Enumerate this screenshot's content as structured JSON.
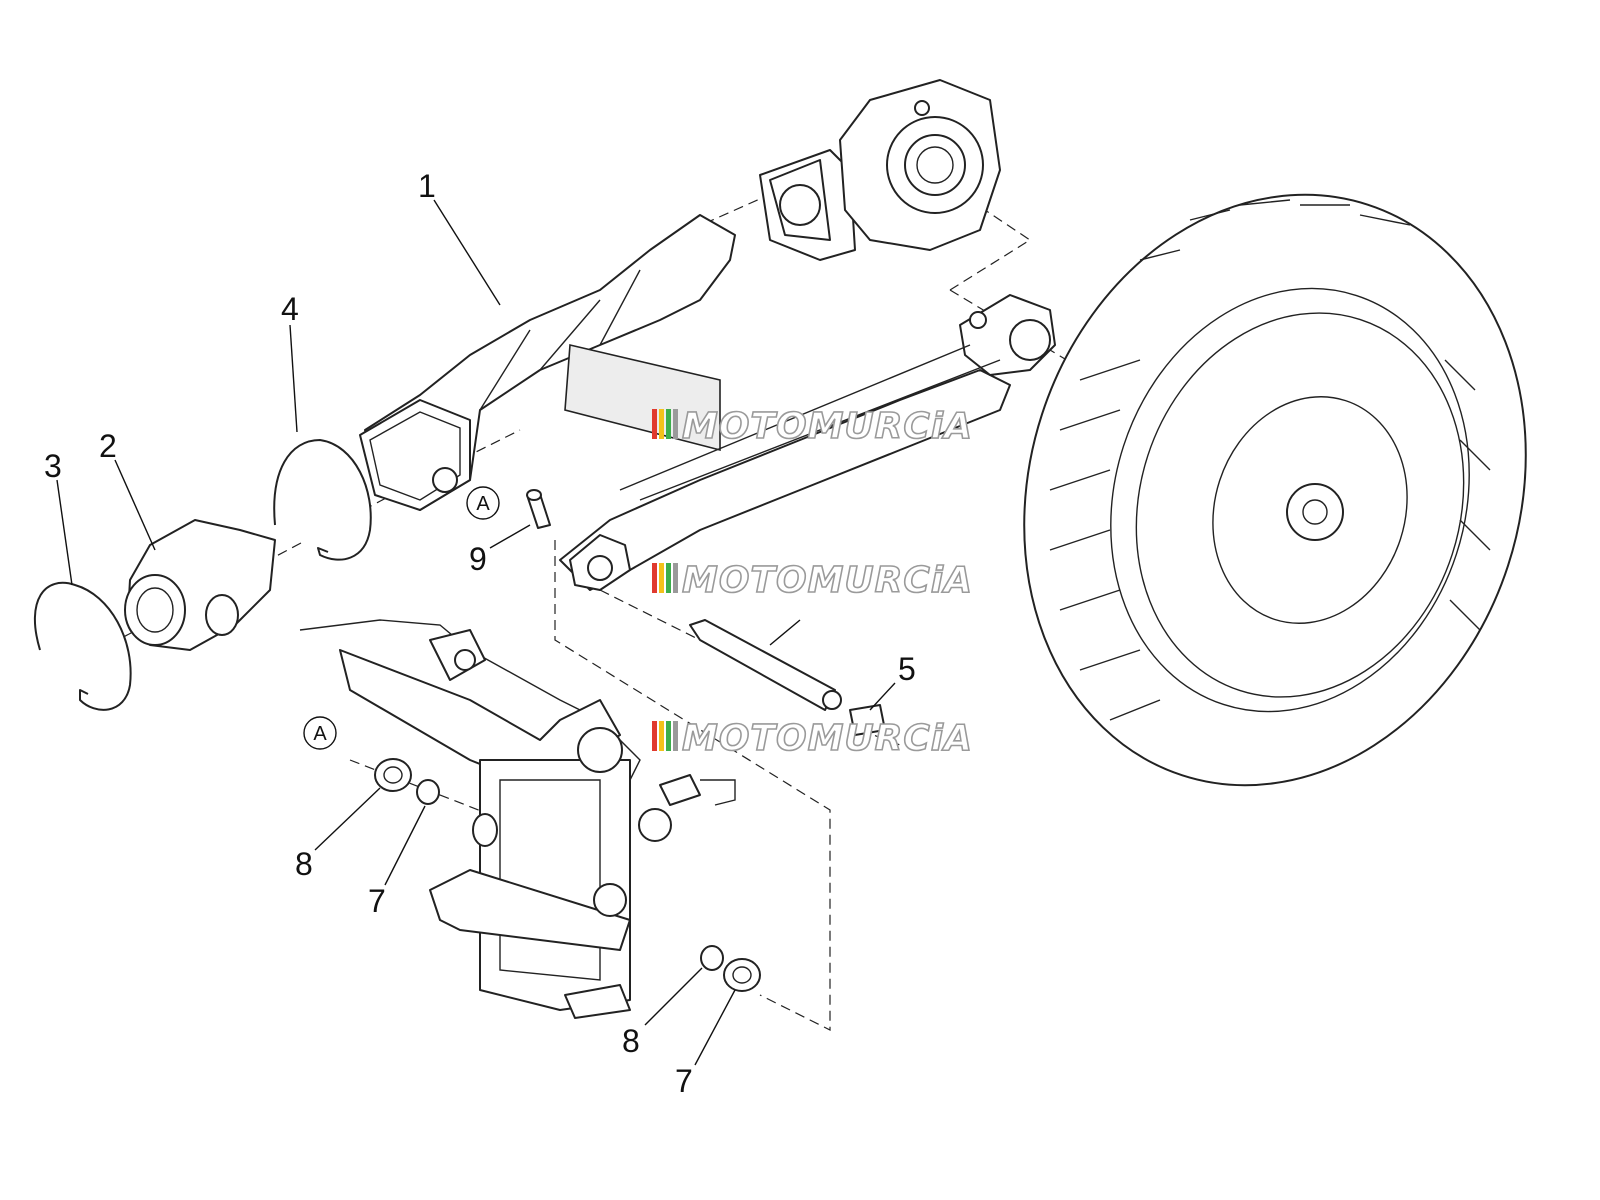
{
  "watermark": {
    "text": "MOTOMURCiA",
    "flag_colors": [
      "#e03a2f",
      "#f3c21b",
      "#3cae4b",
      "#9a9a9a"
    ]
  },
  "callouts": {
    "c1": "1",
    "c2": "2",
    "c3": "3",
    "c4": "4",
    "c5": "5",
    "c7a": "7",
    "c7b": "7",
    "c8a": "8",
    "c8b": "8",
    "c9": "9"
  },
  "refs": {
    "a1": "A",
    "a2": "A"
  }
}
